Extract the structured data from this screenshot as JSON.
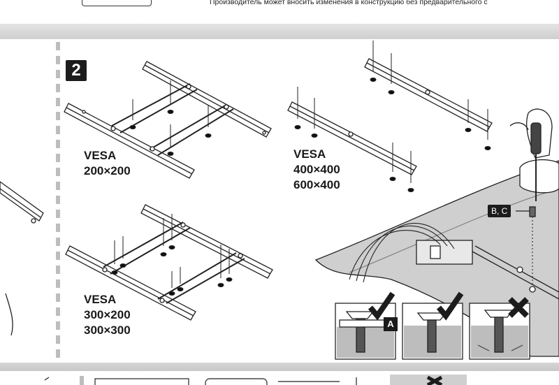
{
  "header": {
    "notice": "Производитель может вносить изменения в конструкцию без предварительного с"
  },
  "step": {
    "number": "2"
  },
  "vesa_blocks": [
    {
      "label": "VESA",
      "sizes": [
        "200×200"
      ]
    },
    {
      "label": "VESA",
      "sizes": [
        "400×400",
        "600×400"
      ]
    },
    {
      "label": "VESA",
      "sizes": [
        "300×200",
        "300×300"
      ]
    }
  ],
  "callouts": {
    "screws": "B, C",
    "insert": "A"
  },
  "checks": [
    {
      "name": "correct-fit-a",
      "status": "ok"
    },
    {
      "name": "correct-fit",
      "status": "ok"
    },
    {
      "name": "incorrect-fit",
      "status": "wrong"
    }
  ],
  "colors": {
    "ink": "#1c1c1c",
    "bar": "#d0d0d0",
    "shade": "#bdbdbd"
  }
}
